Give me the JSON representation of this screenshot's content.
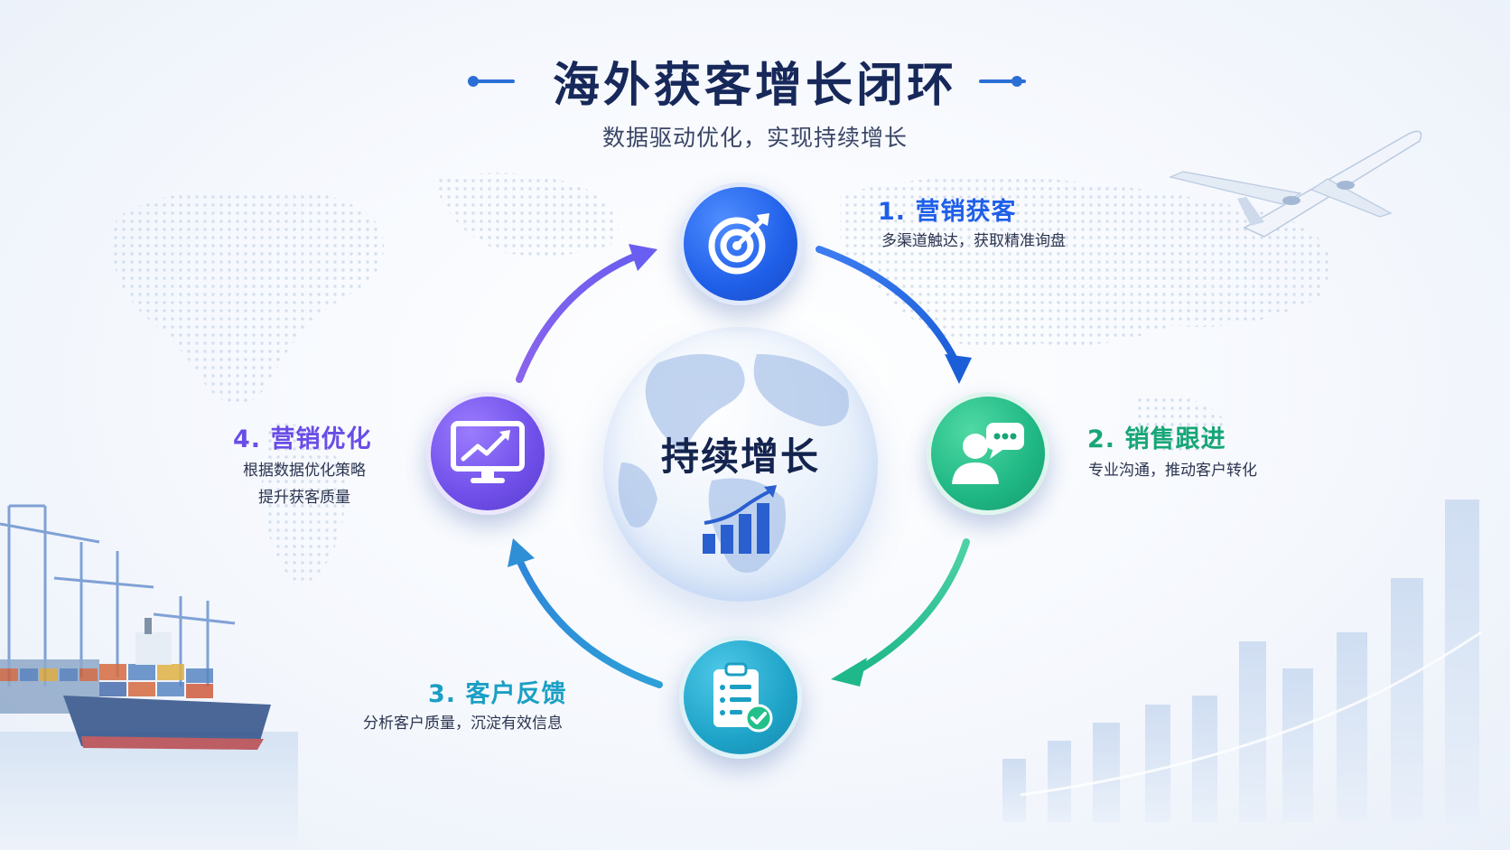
{
  "title": "海外获客增长闭环",
  "subtitle": "数据驱动优化，实现持续增长",
  "center": {
    "label": "持续增长"
  },
  "steps": [
    {
      "title": "1. 营销获客",
      "desc": "多渠道触达，获取精准询盘",
      "icon": "target-icon",
      "color": "#1f5fe8"
    },
    {
      "title": "2. 销售跟进",
      "desc": "专业沟通，推动客户转化",
      "icon": "chat-user-icon",
      "color": "#17a677"
    },
    {
      "title": "3. 客户反馈",
      "desc": "分析客户质量，沉淀有效信息",
      "icon": "clipboard-check-icon",
      "color": "#1a9fc4"
    },
    {
      "title": "4. 营销优化",
      "desc_lines": [
        "根据数据优化策略",
        "提升获客质量"
      ],
      "icon": "monitor-chart-icon",
      "color": "#6a4de6"
    }
  ],
  "decorations": [
    "world-map-icon",
    "airplane-icon",
    "cargo-ship-icon",
    "city-skyline-icon",
    "growth-bars-icon"
  ]
}
